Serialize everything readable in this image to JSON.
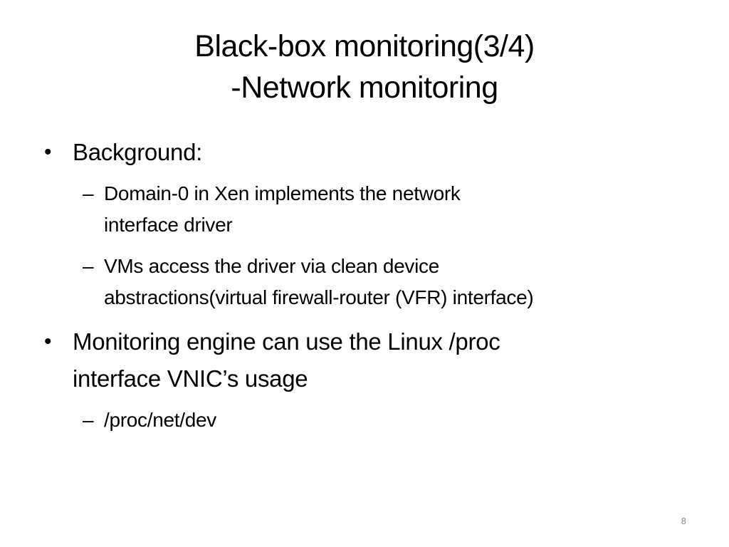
{
  "slide": {
    "title_line1": "Black-box monitoring(3/4)",
    "title_line2": "-Network monitoring",
    "bullets": [
      {
        "text": "Background:",
        "subitems": [
          {
            "line1": "Domain-0 in Xen implements the network",
            "line2": "interface driver"
          },
          {
            "line1": "VMs access the driver via clean device",
            "line2": "abstractions(virtual firewall-router (VFR) interface)"
          }
        ]
      },
      {
        "line1": "Monitoring engine can use the Linux /proc",
        "line2": "interface VNIC’s usage",
        "subitems": [
          {
            "line1": "/proc/net/dev"
          }
        ]
      }
    ],
    "bullet_symbol": "•",
    "dash_symbol": "–",
    "page_number": "8"
  }
}
